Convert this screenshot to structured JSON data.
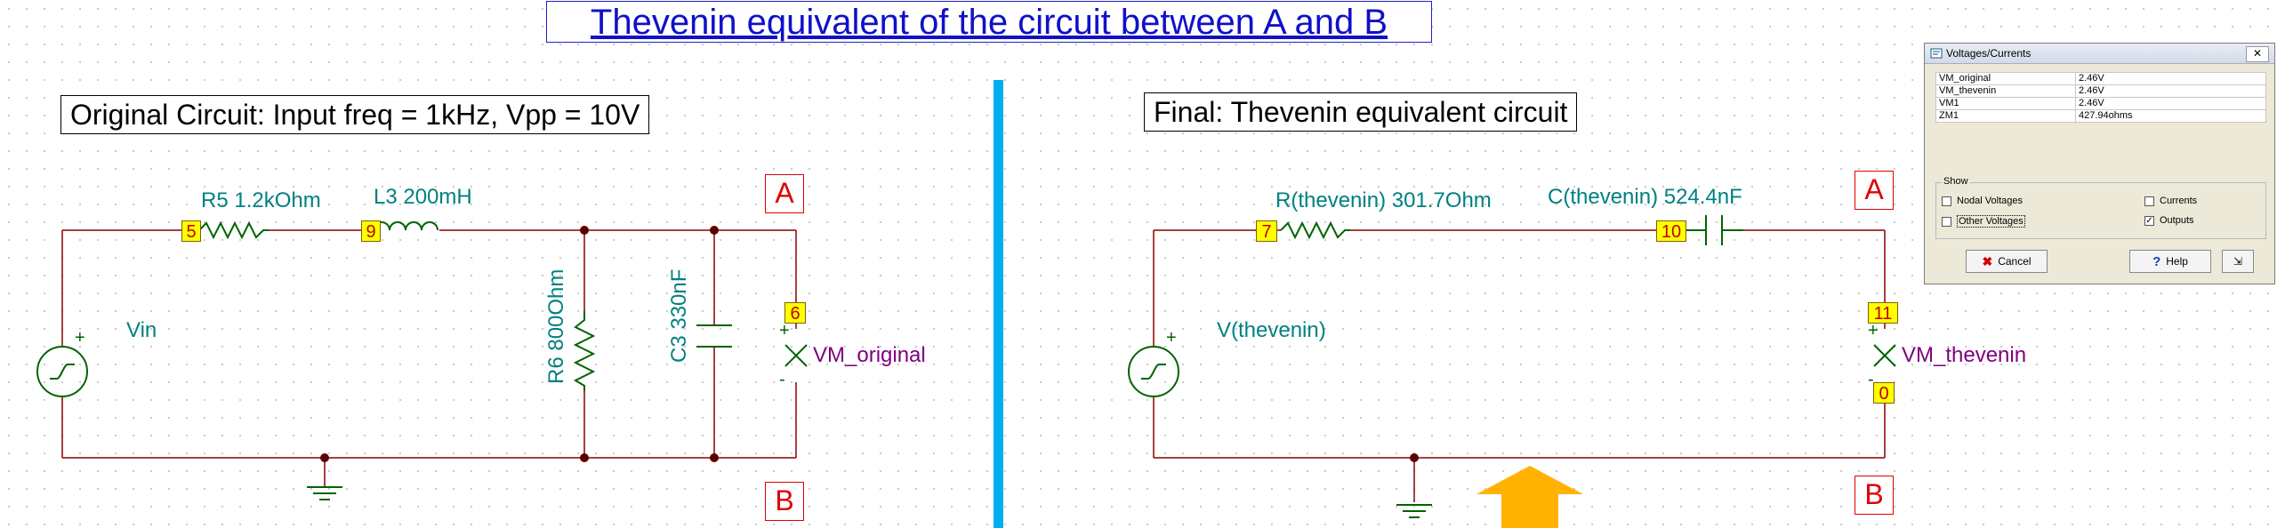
{
  "title": "Thevenin equivalent of the circuit between A and B",
  "left": {
    "caption": "Original Circuit: Input freq = 1kHz, Vpp = 10V",
    "r5": "R5 1.2kOhm",
    "l3": "L3 200mH",
    "r6": "R6 800Ohm",
    "c3": "C3 330nF",
    "vin": "Vin",
    "vm": "VM_original",
    "nodes": {
      "n5": "5",
      "n9": "9",
      "n6": "6"
    },
    "term_a": "A",
    "term_b": "B"
  },
  "right": {
    "caption": "Final: Thevenin equivalent circuit",
    "r": "R(thevenin) 301.7Ohm",
    "c": "C(thevenin) 524.4nF",
    "v": "V(thevenin)",
    "vm": "VM_thevenin",
    "nodes": {
      "n7": "7",
      "n10": "10",
      "n11": "11",
      "n0": "0"
    },
    "term_a": "A",
    "term_b": "B"
  },
  "dialog": {
    "title": "Voltages/Currents",
    "rows": [
      {
        "name": "VM_original",
        "value": "2.46V"
      },
      {
        "name": "VM_thevenin",
        "value": "2.46V"
      },
      {
        "name": "VM1",
        "value": "2.46V"
      },
      {
        "name": "ZM1",
        "value": "427.94ohms"
      }
    ],
    "show_label": "Show",
    "nodal": "Nodal Voltages",
    "other": "Other Voltages",
    "currents": "Currents",
    "outputs": "Outputs",
    "cancel": "Cancel",
    "help": "Help",
    "checks": {
      "nodal": false,
      "other": false,
      "currents": false,
      "outputs": true
    }
  },
  "colors": {
    "wire": "#8b0000",
    "component": "#006400",
    "accent": "#00aeef",
    "arrow": "#ffb300"
  }
}
